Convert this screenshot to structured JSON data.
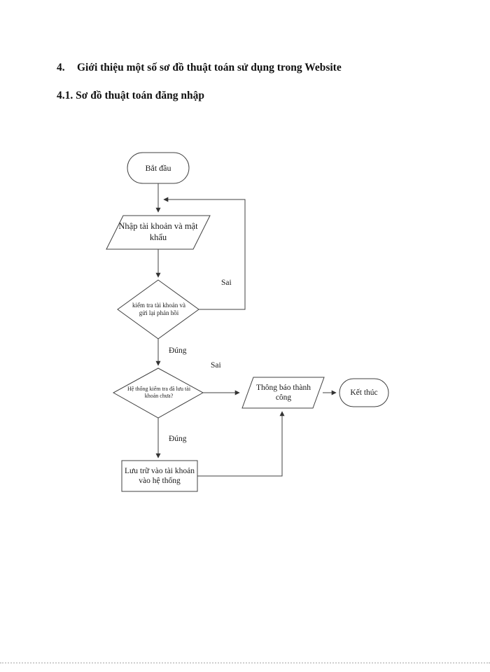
{
  "page": {
    "heading": {
      "number": "4.",
      "text": "Giới thiệu một số sơ đồ thuật toán sử dụng trong Website"
    },
    "subheading": "4.1. Sơ đồ thuật toán đăng nhập"
  },
  "flowchart": {
    "nodes": {
      "start": "Bắt đầu",
      "input": "Nhập tài khoản và mật khẩu",
      "check_account": "kiểm tra tài khoản và gửi lại phản hồi",
      "check_saved": "Hệ thống kiểm tra đã lưu tài khoản chưa?",
      "notify_success": "Thông báo thành công",
      "end": "Kết thúc",
      "store": "Lưu trữ vào tài khoản vào hệ thống"
    },
    "edge_labels": {
      "check_account_no": "Sai",
      "check_account_yes": "Đúng",
      "check_saved_no": "Sai",
      "check_saved_yes": "Đúng"
    }
  },
  "colors": {
    "stroke": "#404040",
    "text": "#111111",
    "background": "#ffffff"
  }
}
